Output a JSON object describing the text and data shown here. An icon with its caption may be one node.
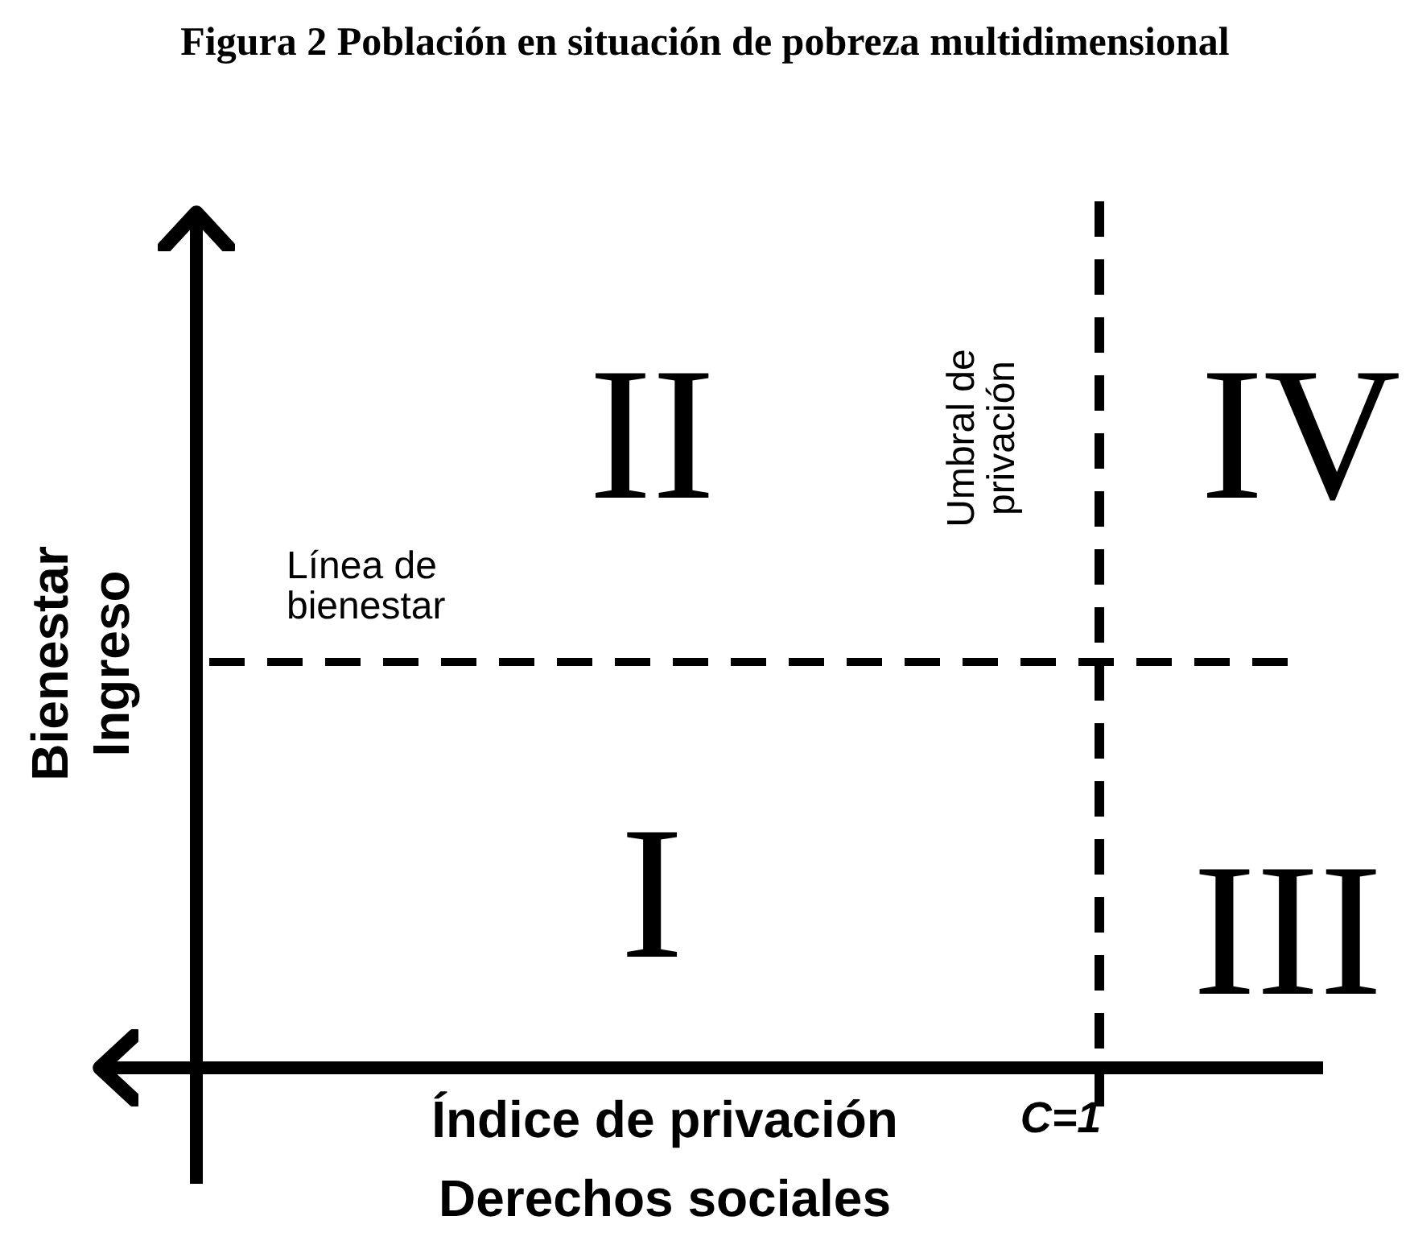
{
  "diagram": {
    "title": "Figura 2 Población en situación de pobreza multidimensional",
    "labels": [
      "II",
      "Umbral de privación",
      "IV",
      "Línea de bienestar",
      "Bienestar",
      "Ingreso",
      "I",
      "III",
      "Índice de privación",
      "C=1",
      "Derechos sociales"
    ]
  }
}
